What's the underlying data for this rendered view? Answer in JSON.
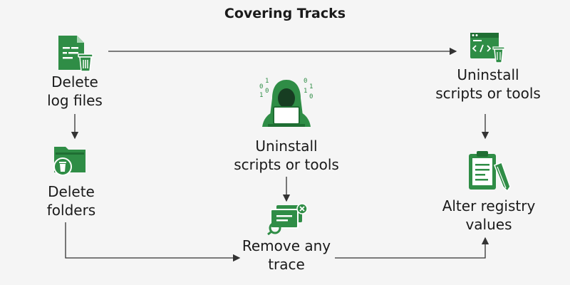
{
  "title": "Covering Tracks",
  "steps": [
    {
      "id": "delete-log-files",
      "line1": "Delete",
      "line2": "log files",
      "icon": "log-file-delete-icon"
    },
    {
      "id": "delete-folders",
      "line1": "Delete",
      "line2": "folders",
      "icon": "folder-delete-icon"
    },
    {
      "id": "uninstall-center",
      "line1": "Uninstall",
      "line2": "scripts or tools",
      "icon": "hacker-icon"
    },
    {
      "id": "remove-any-trace",
      "line1": "Remove any",
      "line2": "trace",
      "icon": "remove-trace-icon"
    },
    {
      "id": "uninstall-right",
      "line1": "Uninstall",
      "line2": "scripts or tools",
      "icon": "code-delete-icon"
    },
    {
      "id": "alter-registry",
      "line1": "Alter registry",
      "line2": "values",
      "icon": "clipboard-edit-icon"
    }
  ],
  "colors": {
    "icon": "#2f8d46",
    "arrow": "#333333",
    "background": "#f5f5f5"
  }
}
